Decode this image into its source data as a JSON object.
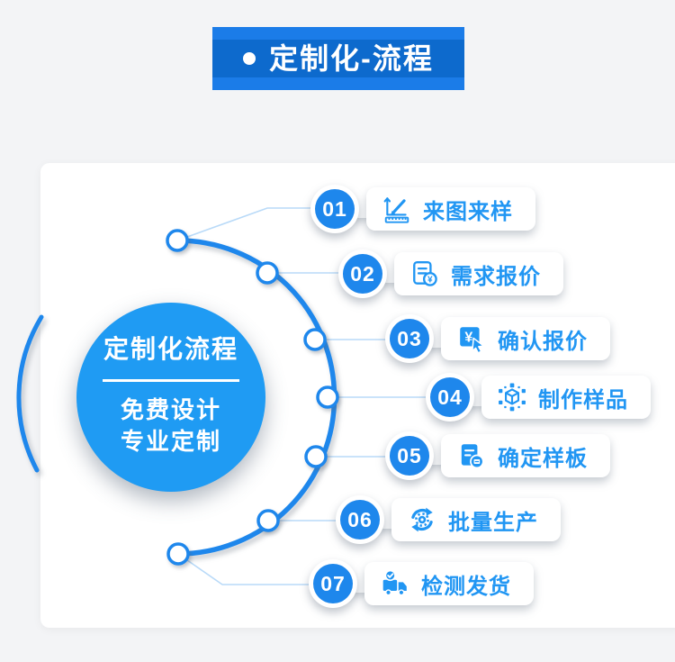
{
  "header": {
    "title": "定制化-流程",
    "outer_color": "#1b7ce8",
    "inner_color": "#0d6acd"
  },
  "circle": {
    "title": "定制化流程",
    "line1": "免费设计",
    "line2": "专业定制",
    "color": "#1f9bf3"
  },
  "steps": [
    {
      "num": "01",
      "label": "来图来样",
      "icon": "drawing-icon"
    },
    {
      "num": "02",
      "label": "需求报价",
      "icon": "quote-doc-icon"
    },
    {
      "num": "03",
      "label": "确认报价",
      "icon": "confirm-price-icon"
    },
    {
      "num": "04",
      "label": "制作样品",
      "icon": "sample-cube-icon"
    },
    {
      "num": "05",
      "label": "确定样板",
      "icon": "template-doc-icon"
    },
    {
      "num": "06",
      "label": "批量生产",
      "icon": "production-cycle-icon"
    },
    {
      "num": "07",
      "label": "检测发货",
      "icon": "delivery-truck-icon"
    }
  ],
  "colors": {
    "accent": "#1e87ec",
    "step_text": "#2196f3",
    "connector": "#b9daf8",
    "background": "#f3f4f6"
  }
}
